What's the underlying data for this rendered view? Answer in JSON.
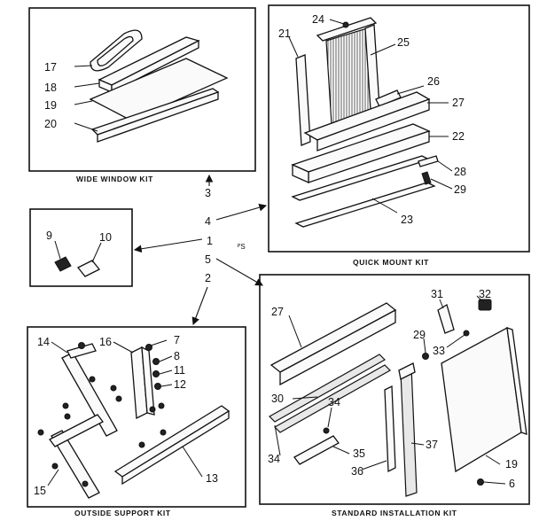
{
  "kits": {
    "wide_window": {
      "caption": "WIDE WINDOW KIT",
      "parts": [
        "17",
        "18",
        "19",
        "20"
      ]
    },
    "quick_mount": {
      "caption": "QUICK MOUNT KIT",
      "parts": [
        "21",
        "22",
        "23",
        "24",
        "25",
        "26",
        "27",
        "28",
        "29"
      ]
    },
    "outside_support": {
      "caption": "OUTSIDE SUPPORT KIT",
      "parts": [
        "7",
        "8",
        "11",
        "12",
        "13",
        "14",
        "15",
        "16"
      ]
    },
    "standard_installation": {
      "caption": "STANDARD INSTALLATION KIT",
      "parts": [
        "6",
        "19",
        "27",
        "29",
        "30",
        "31",
        "32",
        "33",
        "34",
        "34",
        "35",
        "36",
        "37"
      ]
    },
    "small_parts": {
      "parts": [
        "9",
        "10"
      ]
    }
  },
  "center_labels": [
    "3",
    "4",
    "1",
    "5",
    "2"
  ],
  "mark": "ᴾS"
}
